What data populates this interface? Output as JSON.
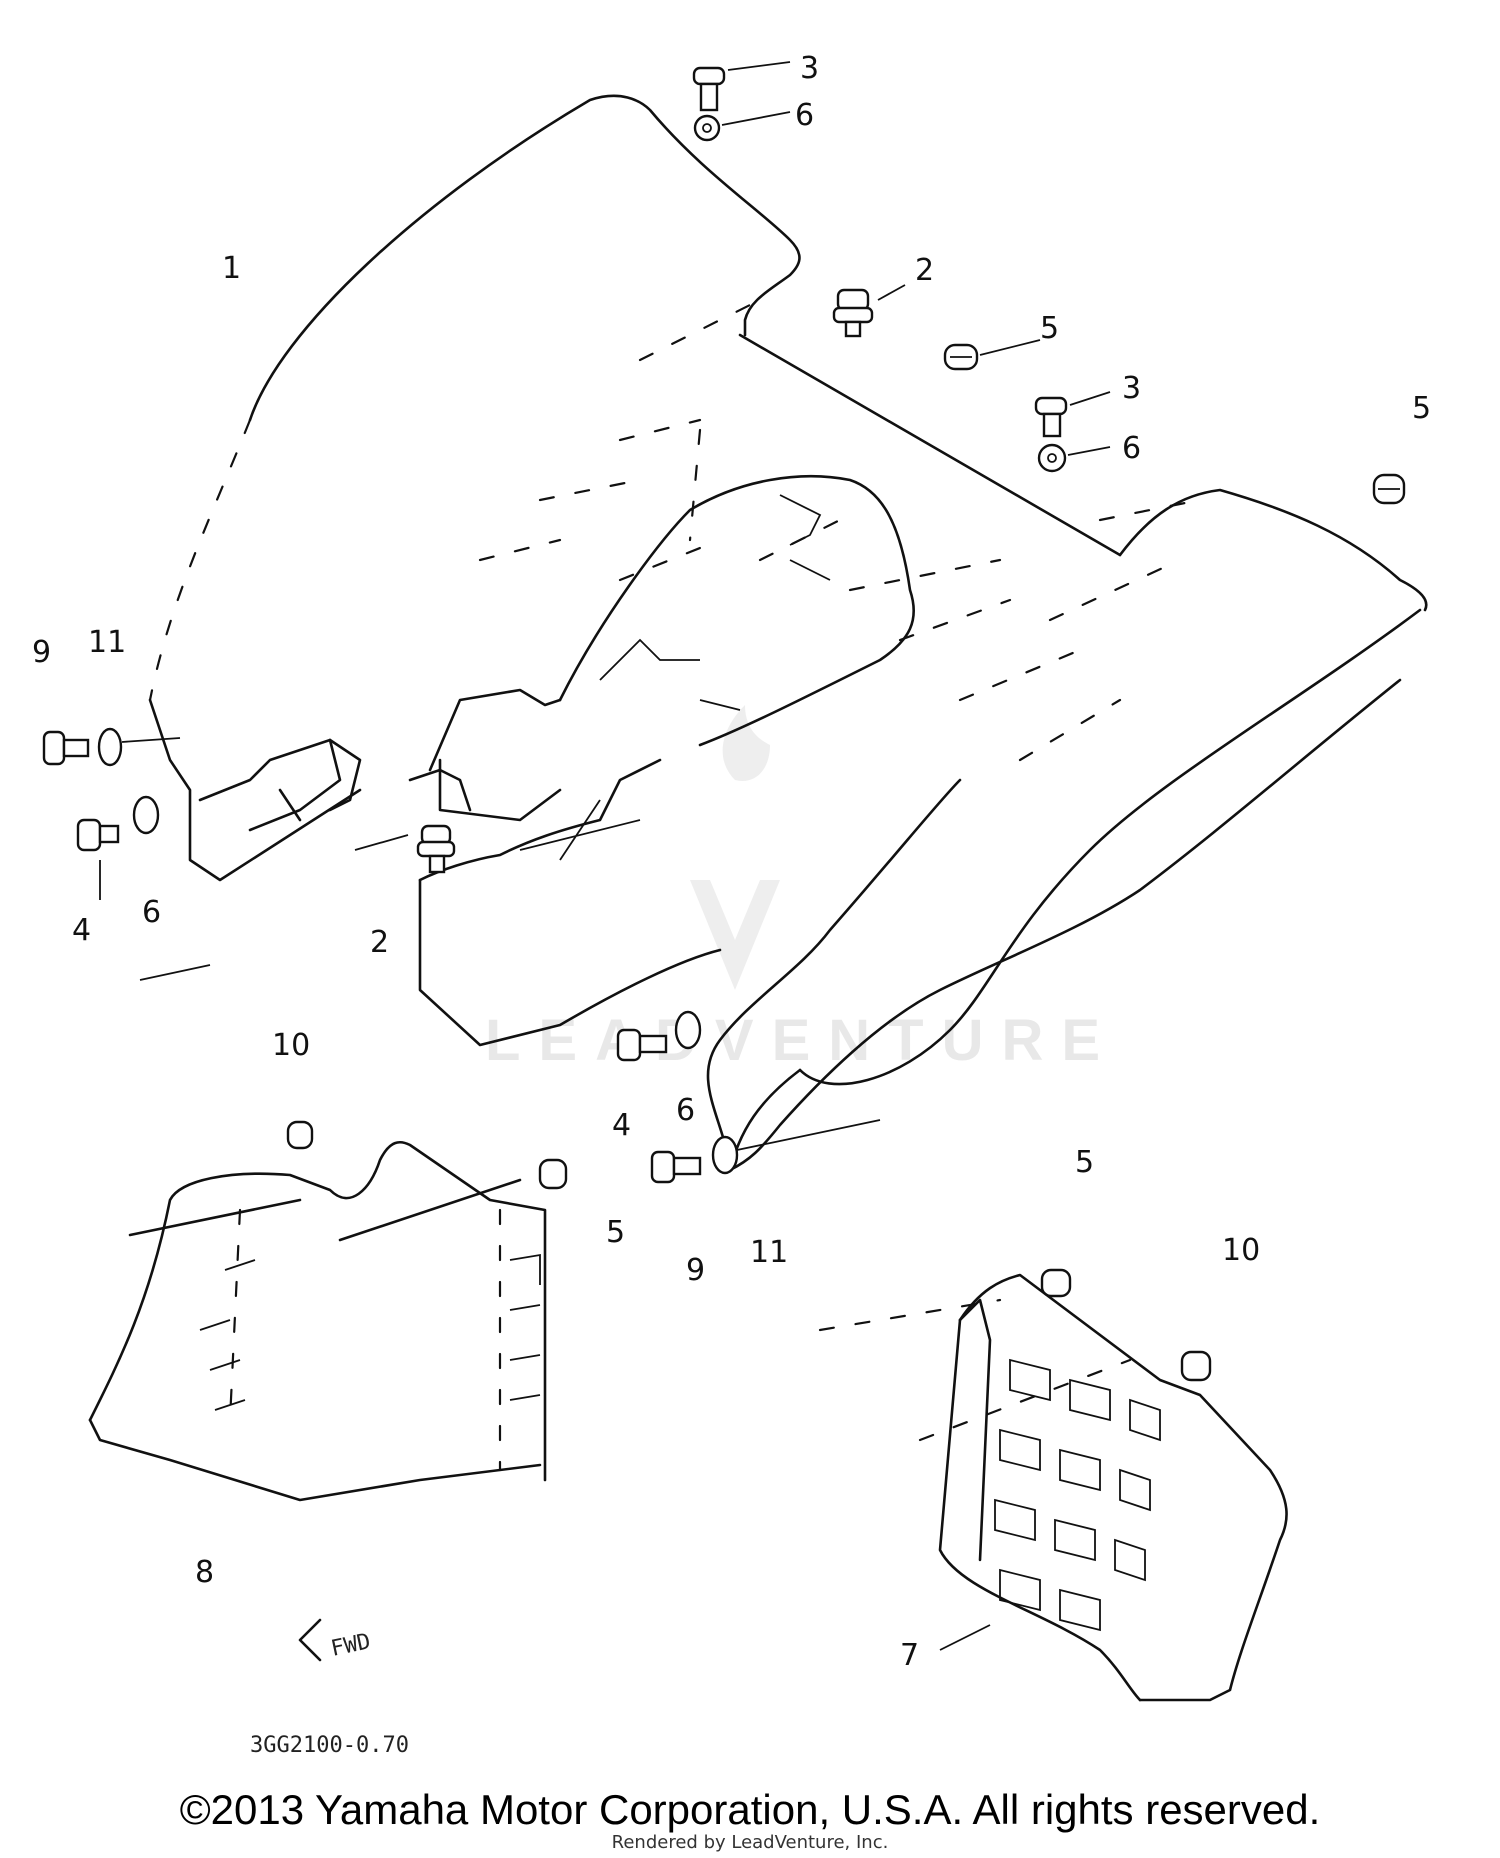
{
  "diagram": {
    "callouts": [
      {
        "id": "c1",
        "text": "1"
      },
      {
        "id": "c2a",
        "text": "2"
      },
      {
        "id": "c2b",
        "text": "2"
      },
      {
        "id": "c3a",
        "text": "3"
      },
      {
        "id": "c3b",
        "text": "3"
      },
      {
        "id": "c4a",
        "text": "4"
      },
      {
        "id": "c4b",
        "text": "4"
      },
      {
        "id": "c5a",
        "text": "5"
      },
      {
        "id": "c5b",
        "text": "5"
      },
      {
        "id": "c5c",
        "text": "5"
      },
      {
        "id": "c5d",
        "text": "5"
      },
      {
        "id": "c6a",
        "text": "6"
      },
      {
        "id": "c6b",
        "text": "6"
      },
      {
        "id": "c6c",
        "text": "6"
      },
      {
        "id": "c6d",
        "text": "6"
      },
      {
        "id": "c7",
        "text": "7"
      },
      {
        "id": "c8",
        "text": "8"
      },
      {
        "id": "c9a",
        "text": "9"
      },
      {
        "id": "c9b",
        "text": "9"
      },
      {
        "id": "c10a",
        "text": "10"
      },
      {
        "id": "c10b",
        "text": "10"
      },
      {
        "id": "c11a",
        "text": "11"
      },
      {
        "id": "c11b",
        "text": "11"
      }
    ],
    "fwd_mark": "FWD",
    "diagram_code": "3GG2100-0.70"
  },
  "watermark": {
    "text": "LEADVENTURE"
  },
  "footer": {
    "copyright": "©2013 Yamaha Motor Corporation, U.S.A. All rights reserved.",
    "rendered_by": "Rendered by LeadVenture, Inc."
  }
}
